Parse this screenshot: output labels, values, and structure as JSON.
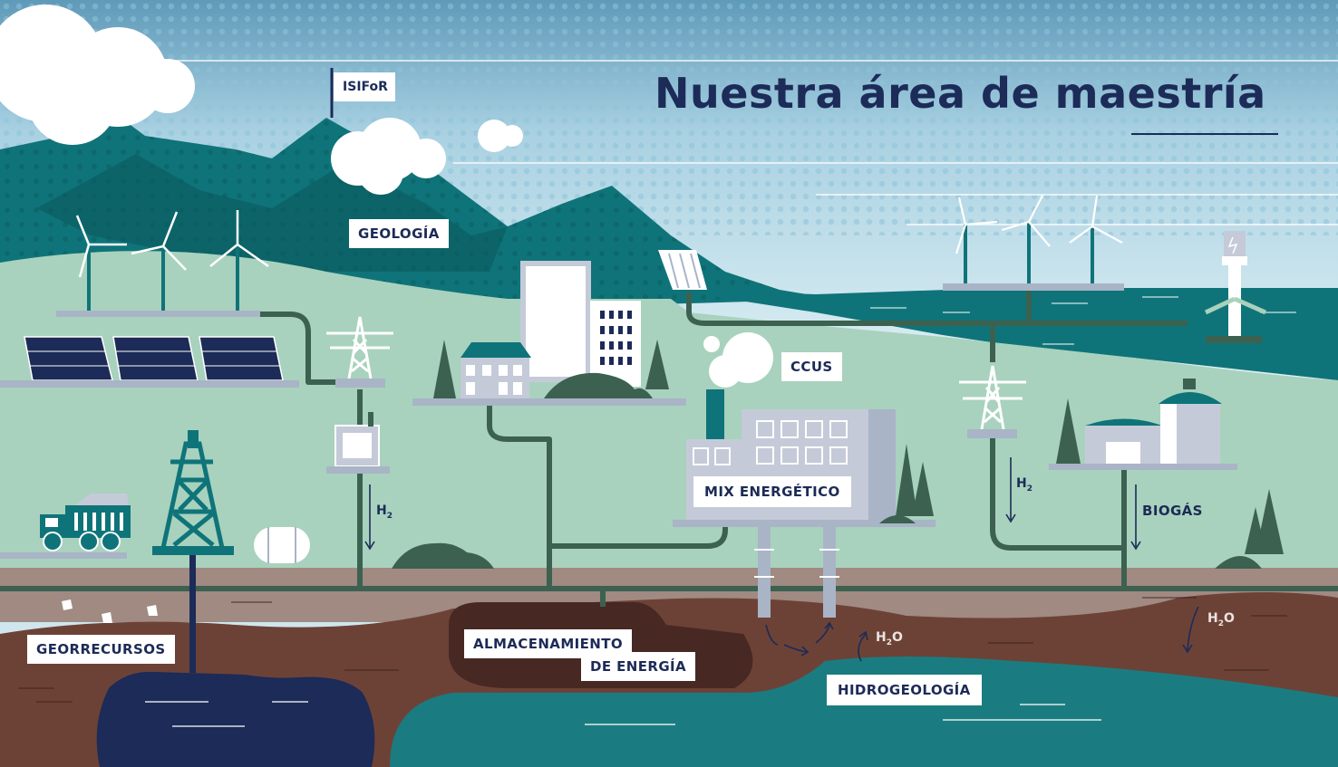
{
  "title": "Nuestra área de maestría",
  "labels": {
    "isifor": "ISIFoR",
    "geologia": "GEOLOGÍA",
    "ccus": "CCUS",
    "mix": "MIX ENERGÉTICO",
    "georrecursos": "GEORRECURSOS",
    "almacenamiento_1": "ALMACENAMIENTO",
    "almacenamiento_2": "DE ENERGÍA",
    "hidrogeologia": "HIDROGEOLOGÍA",
    "biogas": "BIOGÁS"
  },
  "chem": {
    "h2_left": {
      "base": "H",
      "sub": "2"
    },
    "h2_right": {
      "base": "H",
      "sub": "2"
    },
    "h2o_mid": {
      "base": "H",
      "sub": "2",
      "tail": "O"
    },
    "h2o_right": {
      "base": "H",
      "sub": "2",
      "tail": "O"
    }
  },
  "colors": {
    "navy": "#1c2b57",
    "teal": "#0f7479",
    "dark_green": "#3c6150",
    "pale_green": "#a8d2bd",
    "brown": "#6d4236",
    "dark_brown": "#482823",
    "water": "#1a7c80",
    "sky": "#cfe6ee"
  }
}
